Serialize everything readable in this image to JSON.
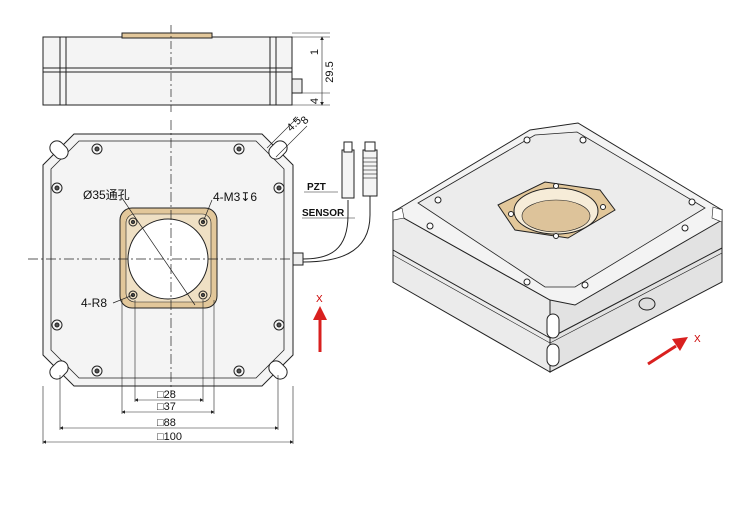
{
  "side_view": {
    "dims": [
      "1",
      "29.5",
      "4"
    ]
  },
  "top_view": {
    "labels": {
      "bore": "Ø35通孔",
      "thread": "4-M3↧6",
      "radius": "4-R8",
      "slot_a": "4.5",
      "slot_b": "8"
    },
    "bottom_dims": [
      "□28",
      "□37",
      "□88",
      "□100"
    ]
  },
  "cables": {
    "pzt": "PZT",
    "sensor": "SENSOR"
  },
  "axis_labels": {
    "front_x": "X",
    "iso_x": "X"
  },
  "colors": {
    "arrow": "#d9201f",
    "brass": "#e2c79a",
    "metal": "#f2f2f2",
    "line": "#222222"
  }
}
